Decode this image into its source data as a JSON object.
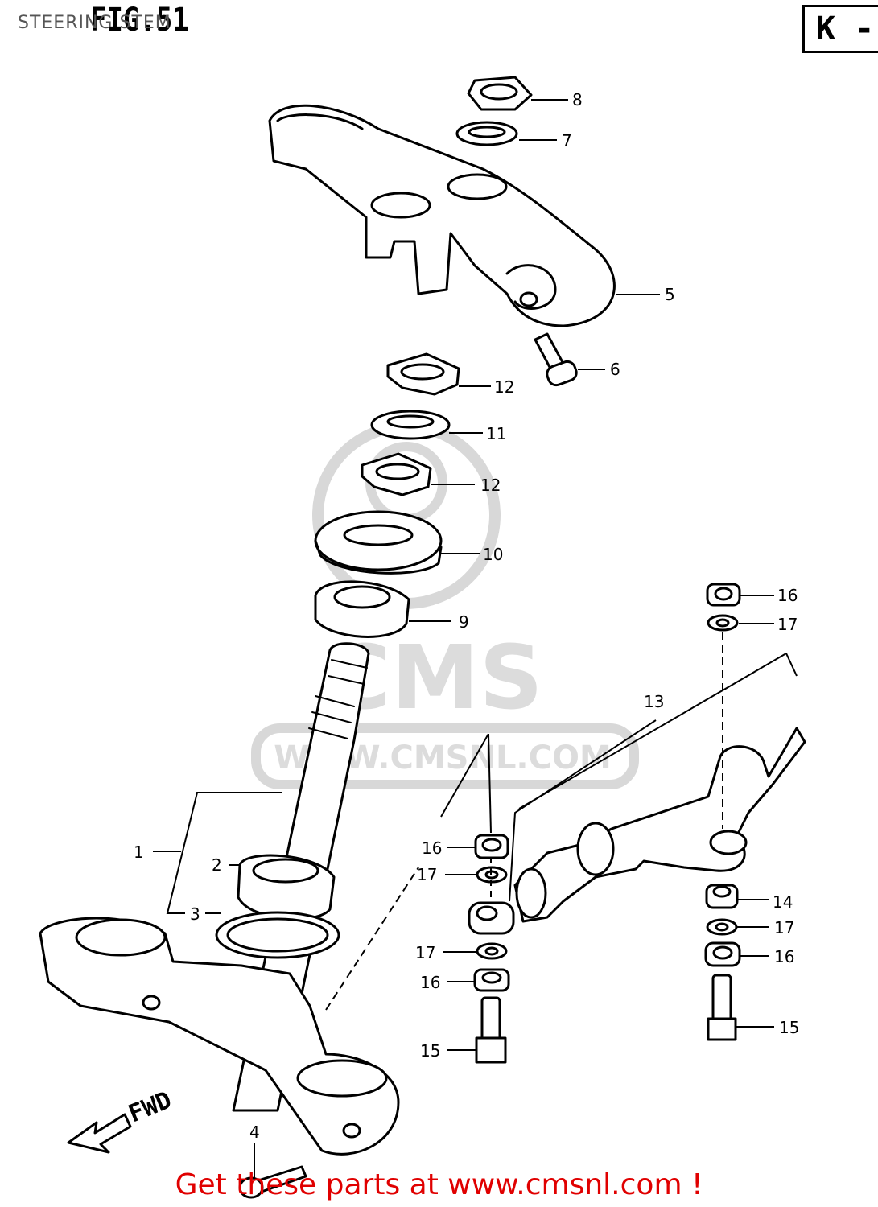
{
  "page_title": "STEERING STEM",
  "figure_title": "FIG.51",
  "corner_code": "K -",
  "watermark": {
    "logo_text": "CMS",
    "url_text": "WWW.CMSNL.COM"
  },
  "direction_label": "FWD",
  "footer_link": "Get these parts at www.cmsnl.com !",
  "callouts": [
    {
      "id": "1",
      "text": "1"
    },
    {
      "id": "2",
      "text": "2"
    },
    {
      "id": "3",
      "text": "3"
    },
    {
      "id": "4",
      "text": "4"
    },
    {
      "id": "5",
      "text": "5"
    },
    {
      "id": "6",
      "text": "6"
    },
    {
      "id": "7",
      "text": "7"
    },
    {
      "id": "8",
      "text": "8"
    },
    {
      "id": "9",
      "text": "9"
    },
    {
      "id": "10",
      "text": "10"
    },
    {
      "id": "11",
      "text": "11"
    },
    {
      "id": "12a",
      "text": "12"
    },
    {
      "id": "12b",
      "text": "12"
    },
    {
      "id": "13",
      "text": "13"
    },
    {
      "id": "14",
      "text": "14"
    },
    {
      "id": "15a",
      "text": "15"
    },
    {
      "id": "15b",
      "text": "15"
    },
    {
      "id": "16a",
      "text": "16"
    },
    {
      "id": "16b",
      "text": "16"
    },
    {
      "id": "16c",
      "text": "16"
    },
    {
      "id": "16d",
      "text": "16"
    },
    {
      "id": "17a",
      "text": "17"
    },
    {
      "id": "17b",
      "text": "17"
    },
    {
      "id": "17c",
      "text": "17"
    },
    {
      "id": "17d",
      "text": "17"
    }
  ]
}
